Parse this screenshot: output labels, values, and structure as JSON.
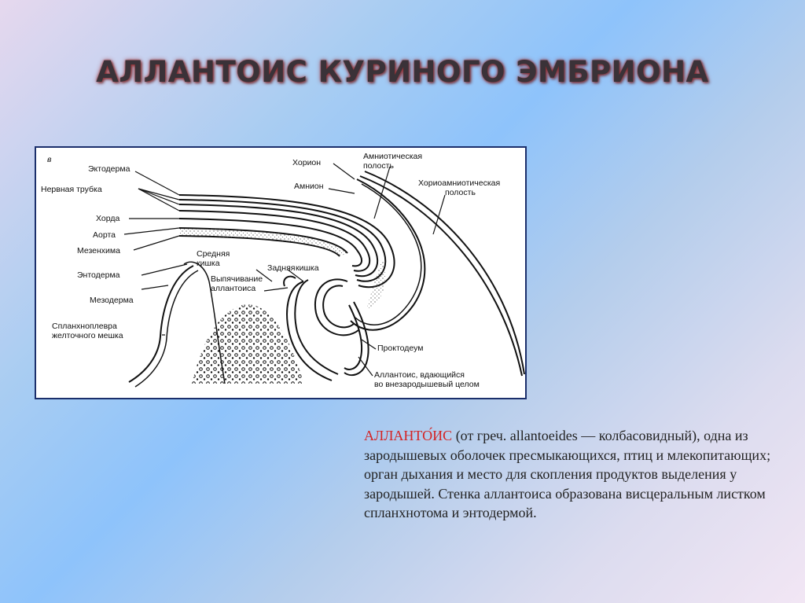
{
  "title": "АЛЛАНТОИС КУРИНОГО ЭМБРИОНА",
  "figure": {
    "panel_letter": "в",
    "labels": {
      "ectoderm": "Эктодерма",
      "neural_tube": "Нервная трубка",
      "chorda": "Хорда",
      "aorta": "Аорта",
      "mesenchyme": "Мезенхима",
      "endoderm": "Энтодерма",
      "mesoderm": "Мезодерма",
      "splanchnopleure_1": "Спланхноплевра",
      "splanchnopleure_2": "желточного мешка",
      "midgut_1": "Средняя",
      "midgut_2": "кишка",
      "hindgut_1": "Задняя",
      "hindgut_2": "кишка",
      "allantois_bulge_1": "Выпячивание",
      "allantois_bulge_2": "аллантоиса",
      "chorion": "Хорион",
      "amnion": "Амнион",
      "amniotic_cavity_1": "Амниотическая",
      "amniotic_cavity_2": "полость",
      "chorioamniotic_cavity_1": "Хориоамниотическая",
      "chorioamniotic_cavity_2": "полость",
      "proctodeum": "Проктодеум",
      "allantois_coelom_1": "Аллантоис, вдающийся",
      "allantois_coelom_2": "во внезародышевый целом"
    }
  },
  "description": {
    "term": "АЛЛАНТО́ИС",
    "text": " (от греч. allantoeides — колбасовидный), одна из зародышевых оболочек пресмыкающихся, птиц и млекопитающих; орган дыхания и место для скопления продуктов выделения у зародышей. Стенка аллантоиса образована висцеральным листком спланхнотома и энтодермой."
  },
  "colors": {
    "title_glow": "#a02828",
    "frame_border": "#1b2f6b",
    "term_color": "#d42323"
  }
}
